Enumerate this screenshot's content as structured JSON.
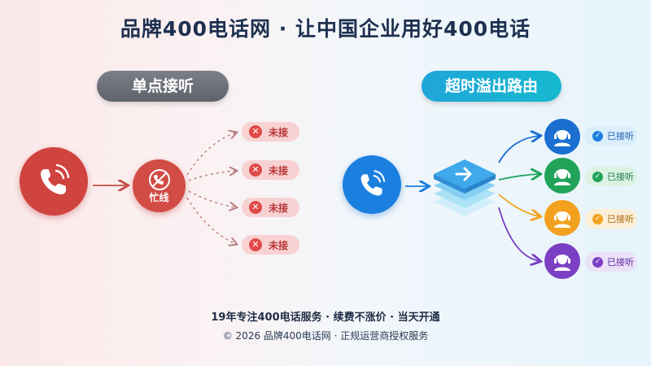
{
  "title": "品牌400电话网 · 让中国企业用好400电话",
  "left": {
    "header": "单点接听",
    "busy_label": "忙线",
    "missed_items": [
      "未接",
      "未接",
      "未接",
      "未接"
    ],
    "colors": {
      "accent": "#d0443f",
      "missed_bg": "#f8d2d3"
    }
  },
  "right": {
    "header": "超时溢出路由",
    "answered_items": [
      {
        "label": "已接听",
        "color": "#1b7fe0",
        "bg": "#dbeefb"
      },
      {
        "label": "已接听",
        "color": "#22a35a",
        "bg": "#dcf3e4"
      },
      {
        "label": "已接听",
        "color": "#f2a11f",
        "bg": "#fcefd6"
      },
      {
        "label": "已接听",
        "color": "#7b3fc4",
        "bg": "#ebe1f8"
      }
    ],
    "colors": {
      "accent": "#1b7fe0",
      "router": "#4fb6ef"
    }
  },
  "footer": {
    "line1": "19年专注400电话服务 · 续费不涨价 · 当天开通",
    "line2": "© 2026 品牌400电话网 · 正规运营商授权服务"
  }
}
